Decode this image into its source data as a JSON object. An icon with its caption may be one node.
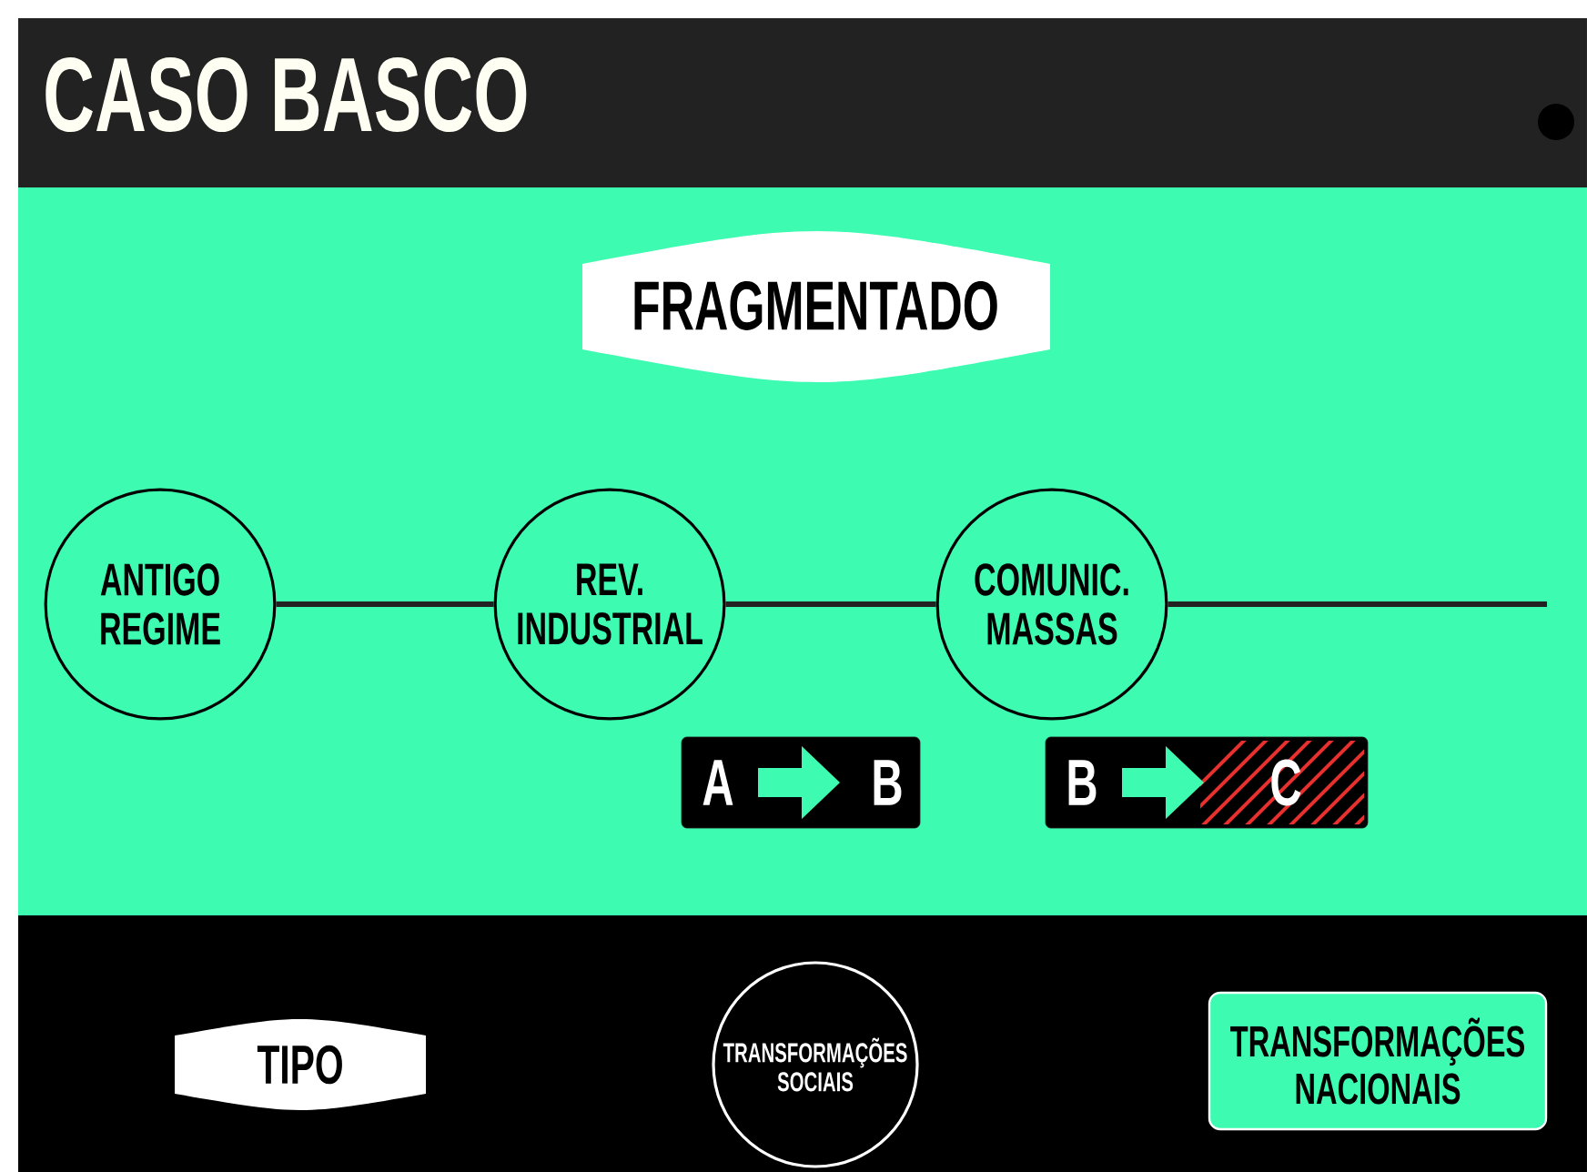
{
  "diagram": {
    "title": "CASO BASCO",
    "nodes": [
      {
        "text": [
          "FRAGMENTADO"
        ]
      },
      {
        "text": [
          "ANTIGO REGIME"
        ]
      },
      {
        "text": [
          "REV. INDUSTRIAL"
        ]
      },
      {
        "text": [
          "COMUNIC. MASSAS"
        ]
      },
      {
        "text": [
          "A",
          "B"
        ]
      },
      {
        "text": [
          "B",
          "C"
        ]
      },
      {
        "text": [
          "TIPO"
        ]
      },
      {
        "text": [
          "TRANSFORMAÇÕES SOCIAIS"
        ]
      },
      {
        "text": [
          "TRANSFORMAÇÕES NACIONAIS"
        ]
      }
    ],
    "edges": [
      {
        "from": 1,
        "to": 2,
        "arrow": "none"
      },
      {
        "from": 2,
        "to": 3,
        "arrow": "none"
      },
      {
        "from": 3,
        "to": null,
        "arrow": "none"
      }
    ]
  }
}
